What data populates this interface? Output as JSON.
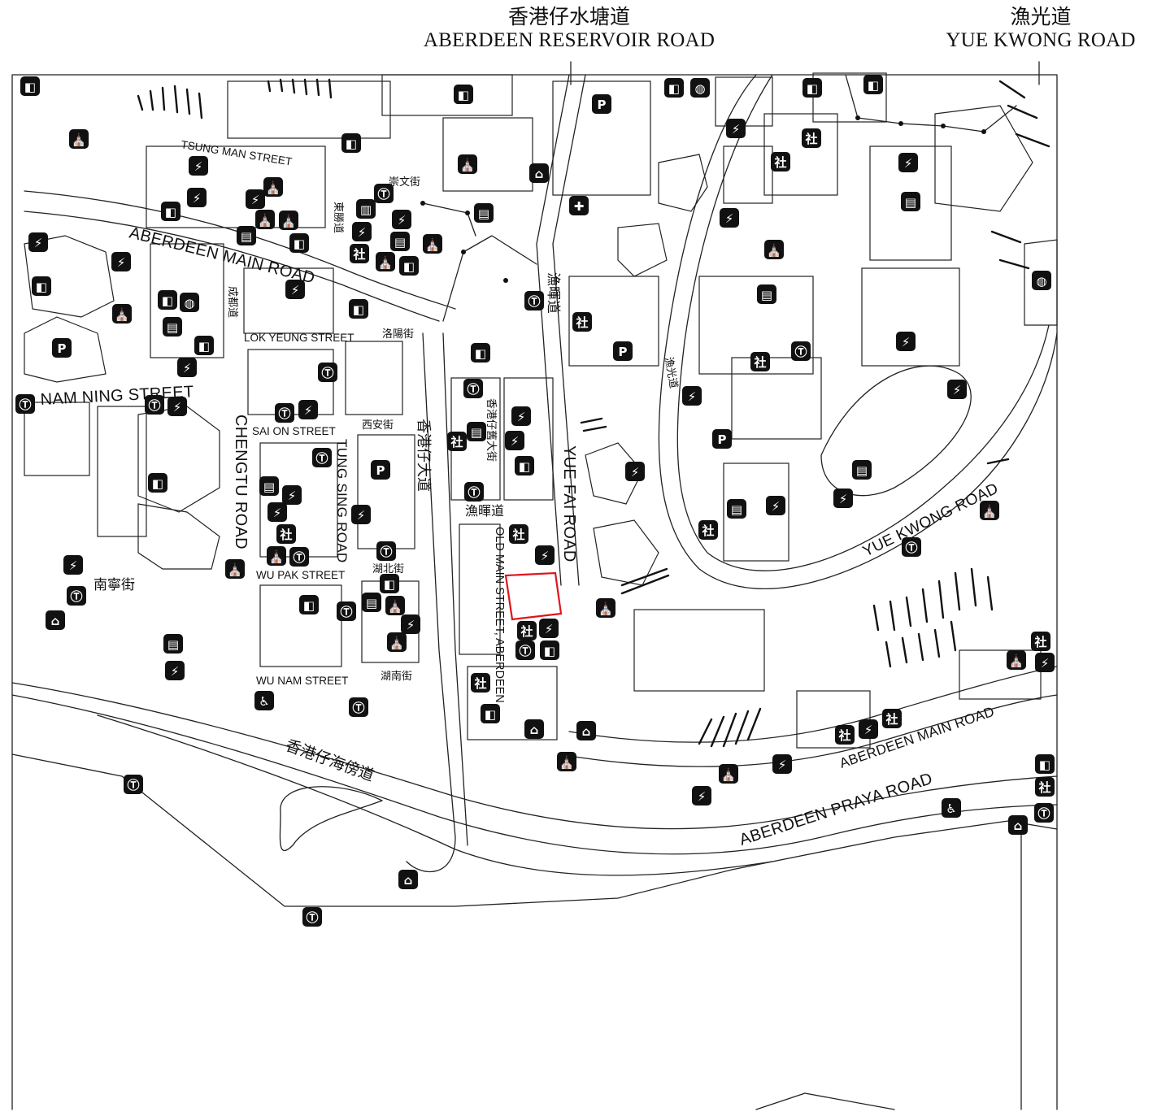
{
  "callouts": {
    "reservoir": {
      "zh": "香港仔水塘道",
      "en": "ABERDEEN RESERVOIR ROAD"
    },
    "yue_kwong": {
      "zh": "漁光道",
      "en": "YUE KWONG ROAD"
    }
  },
  "roads": {
    "tsung_man": "TSUNG MAN STREET",
    "tsung_man_zh": "崇文街",
    "aberdeen_main": "ABERDEEN MAIN ROAD",
    "aberdeen_main_zh_partial": "東勝道",
    "lok_yeung": "LOK YEUNG STREET",
    "lok_yeung_zh": "洛陽街",
    "nam_ning": "NAM NING STREET",
    "nam_ning_zh": "南寧街",
    "sai_on": "SAI ON STREET",
    "sai_on_zh": "西安街",
    "chengtu": "CHENGTU ROAD",
    "chengtu_zh": "成都道",
    "tung_sing": "TUNG SING ROAD",
    "wu_pak": "WU PAK STREET",
    "wu_pak_zh": "湖北街",
    "wu_nam": "WU NAM STREET",
    "wu_nam_zh": "湖南街",
    "aberdeen_main_zh": "香港仔大道",
    "old_main_zh": "香港仔舊大街",
    "old_main": "OLD MAIN STREET, ABERDEEN",
    "yue_fai": "YUE FAI ROAD",
    "yue_fai_zh": "漁暉道",
    "yue_kwong_zh": "漁光道",
    "yue_kwong": "YUE KWONG ROAD",
    "aberdeen_main_east": "ABERDEEN MAIN ROAD",
    "aberdeen_praya": "ABERDEEN PRAYA ROAD",
    "praya_zh": "香港仔海傍道"
  },
  "colors": {
    "site_boundary": "#e0141b",
    "ink": "#111111"
  },
  "icons": [
    {
      "name": "parking-icon",
      "glyph": "P"
    },
    {
      "name": "bus-stop-icon",
      "glyph": "Ⓣ"
    },
    {
      "name": "electrical-substation-icon",
      "glyph": "⚡"
    },
    {
      "name": "church-icon",
      "glyph": "⛪"
    },
    {
      "name": "community-hall-icon",
      "glyph": "社"
    },
    {
      "name": "school-icon",
      "glyph": "▤"
    },
    {
      "name": "sports-ball-icon",
      "glyph": "◍"
    },
    {
      "name": "public-toilet-icon",
      "glyph": "♿"
    },
    {
      "name": "shelter-icon",
      "glyph": "⌂"
    },
    {
      "name": "clinic-icon",
      "glyph": "✚"
    },
    {
      "name": "refuse-bin-icon",
      "glyph": "▥"
    },
    {
      "name": "playground-icon",
      "glyph": "◧"
    }
  ]
}
